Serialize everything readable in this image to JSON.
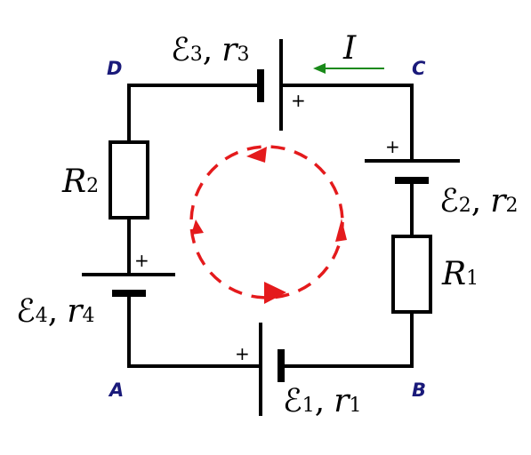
{
  "nodes": {
    "a": "A",
    "b": "B",
    "c": "C",
    "d": "D"
  },
  "plus_sign": "+",
  "current_label": "I",
  "comma": ",",
  "emf": [
    {
      "symbol": "ℰ",
      "index": "1",
      "r_symbol": "r",
      "r_index": "1"
    },
    {
      "symbol": "ℰ",
      "index": "2",
      "r_symbol": "r",
      "r_index": "2"
    },
    {
      "symbol": "ℰ",
      "index": "3",
      "r_symbol": "r",
      "r_index": "3"
    },
    {
      "symbol": "ℰ",
      "index": "4",
      "r_symbol": "r",
      "r_index": "4"
    }
  ],
  "resistors": [
    {
      "symbol": "R",
      "index": "1"
    },
    {
      "symbol": "R",
      "index": "2"
    }
  ],
  "colors": {
    "loop": "#e41a1c",
    "current": "#1a8a1a",
    "node_labels": "#1a1a7a"
  }
}
